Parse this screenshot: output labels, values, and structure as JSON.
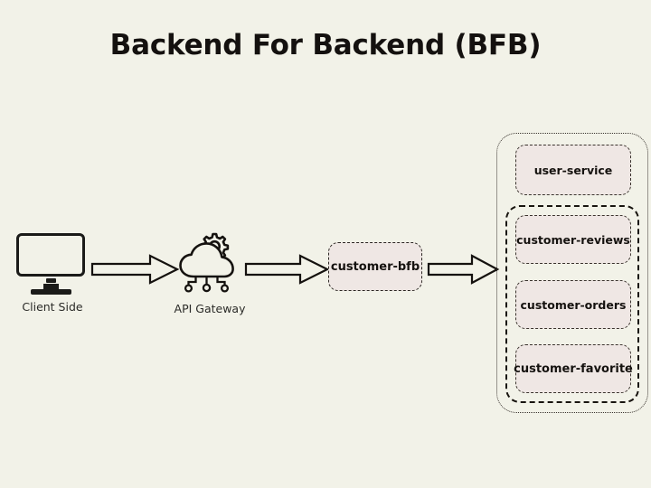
{
  "page": {
    "title": "Backend For Backend (BFB)",
    "background_color": "#f2f2e8",
    "box_fill_color": "#efe7e4",
    "stroke_color": "#15120f"
  },
  "nodes": {
    "client": {
      "caption": "Client Side",
      "icon": "monitor-icon"
    },
    "gateway": {
      "caption": "API Gateway",
      "icon": "cloud-gear-icon"
    },
    "bfb": {
      "label": "customer-bfb"
    }
  },
  "services": {
    "standalone": [
      {
        "label": "user-service"
      }
    ],
    "grouped": [
      {
        "label": "customer-reviews"
      },
      {
        "label": "customer-orders"
      },
      {
        "label": "customer-favorite"
      }
    ]
  },
  "arrows": [
    {
      "name": "arrow-client-to-gateway"
    },
    {
      "name": "arrow-gateway-to-bfb"
    },
    {
      "name": "arrow-bfb-to-services"
    }
  ]
}
